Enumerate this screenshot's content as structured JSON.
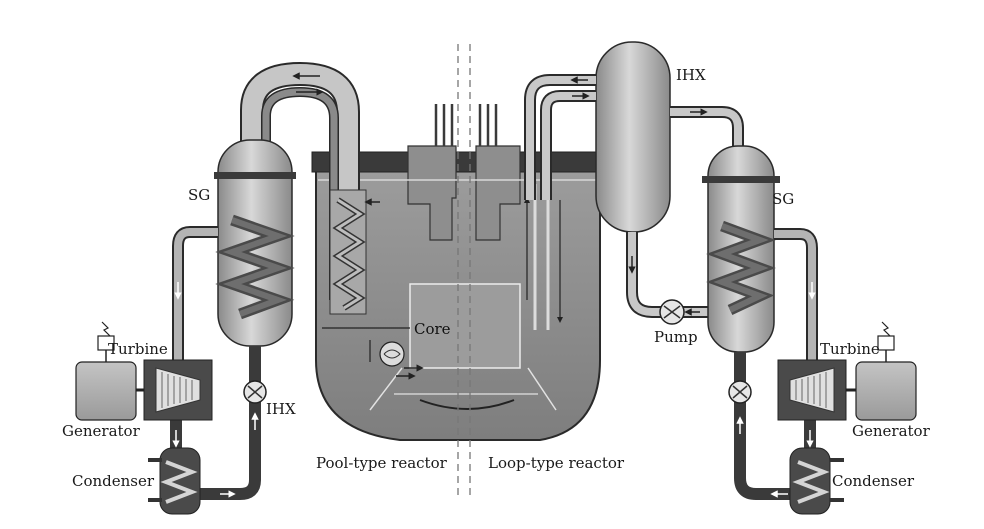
{
  "labels": {
    "sg_left": "SG",
    "sg_right": "SG",
    "ihx_left": "IHX",
    "ihx_right": "IHX",
    "turbine_left": "Turbine",
    "turbine_right": "Turbine",
    "generator_left": "Generator",
    "generator_right": "Generator",
    "condenser_left": "Condenser",
    "condenser_right": "Condenser",
    "pump": "Pump",
    "core": "Core",
    "pool_type": "Pool-type reactor",
    "loop_type": "Loop-type reactor"
  },
  "colors": {
    "pipe_dark": "#4a4a4a",
    "pipe_light": "#b8b8b8",
    "vessel": "#bdbdbd",
    "vessel_dark": "#7a7a7a",
    "coolant": "#8f8f8f",
    "outline": "#2a2a2a"
  }
}
